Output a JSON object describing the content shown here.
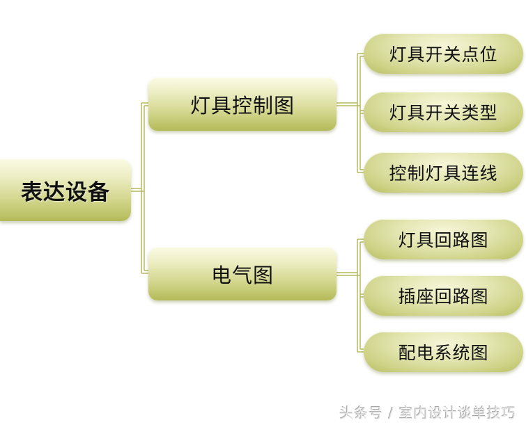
{
  "diagram": {
    "type": "mind-map",
    "root": {
      "label": "表达设备"
    },
    "branches": [
      {
        "label": "灯具控制图",
        "children": [
          {
            "label": "灯具开关点位"
          },
          {
            "label": "灯具开关类型"
          },
          {
            "label": "控制灯具连线"
          }
        ]
      },
      {
        "label": "电气图",
        "children": [
          {
            "label": "灯具回路图"
          },
          {
            "label": "插座回路图"
          },
          {
            "label": "配电系统图"
          }
        ]
      }
    ]
  },
  "colors": {
    "node_top": "#fbfbe6",
    "node_bottom": "#b4ba58",
    "connector": "#b5ba5c",
    "text": "#111111",
    "background": "#ffffff"
  },
  "watermark": {
    "text": "头条号 / 室内设计谈单技巧"
  }
}
